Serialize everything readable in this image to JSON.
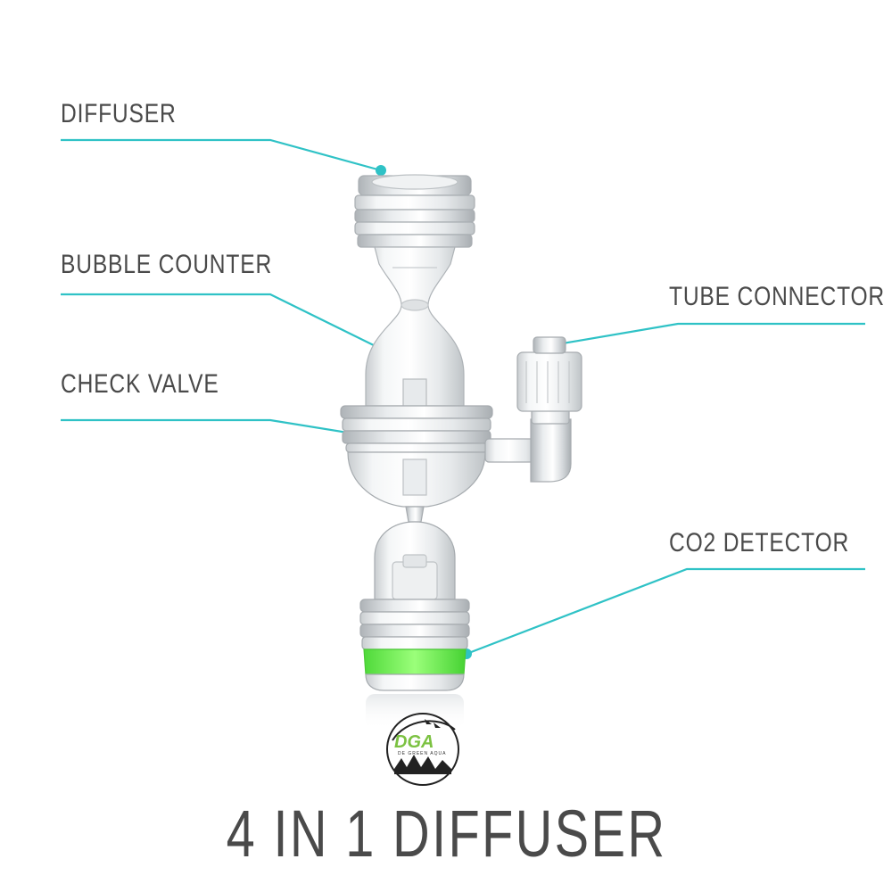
{
  "labels": {
    "diffuser": "DIFFUSER",
    "bubble_counter": "BUBBLE COUNTER",
    "check_valve": "CHECK VALVE",
    "tube_connector": "TUBE CONNECTOR",
    "co2_detector": "CO2 DETECTOR"
  },
  "title": "4 IN 1 DIFFUSER",
  "logo": {
    "mark": "DGA",
    "tagline": "DE GREEN AQUA"
  },
  "colors": {
    "callout_line": "#2fc2c6",
    "label_text": "#4a4a4a",
    "detector_fluid": "#7cf25a",
    "logo_green": "#7cc242"
  }
}
